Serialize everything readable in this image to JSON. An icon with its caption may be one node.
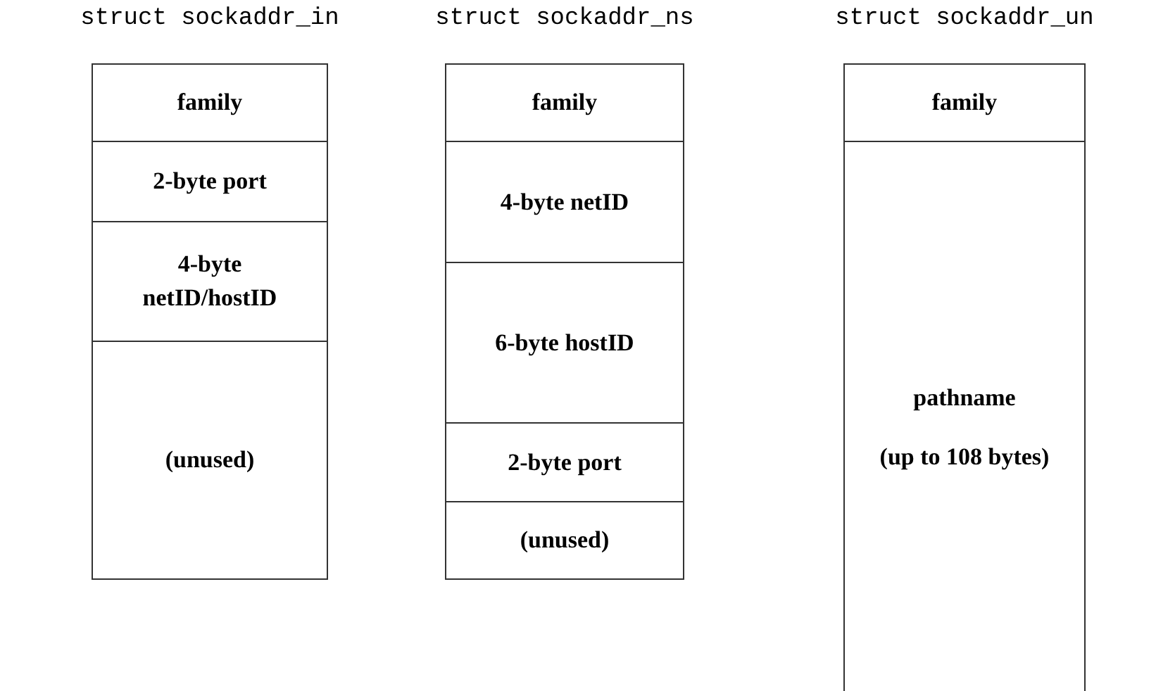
{
  "diagram": {
    "nodes": [
      {
        "text": [
          "struct sockaddr_in"
        ]
      },
      {
        "text": [
          "family"
        ],
        "in": 0
      },
      {
        "text": [
          "2-byte port"
        ],
        "in": 0
      },
      {
        "text": [
          "4-byte netID/hostID"
        ],
        "in": 0
      },
      {
        "text": [
          "(unused)"
        ],
        "in": 0
      },
      {
        "text": [
          "struct sockaddr_ns"
        ]
      },
      {
        "text": [
          "family"
        ],
        "in": 5
      },
      {
        "text": [
          "4-byte netID"
        ],
        "in": 5
      },
      {
        "text": [
          "6-byte hostID"
        ],
        "in": 5
      },
      {
        "text": [
          "2-byte port"
        ],
        "in": 5
      },
      {
        "text": [
          "(unused)"
        ],
        "in": 5
      },
      {
        "text": [
          "struct sockaddr_un"
        ]
      },
      {
        "text": [
          "family"
        ],
        "in": 11
      },
      {
        "text": [
          "pathname",
          "(up to 108 bytes)"
        ],
        "in": 11
      }
    ]
  }
}
